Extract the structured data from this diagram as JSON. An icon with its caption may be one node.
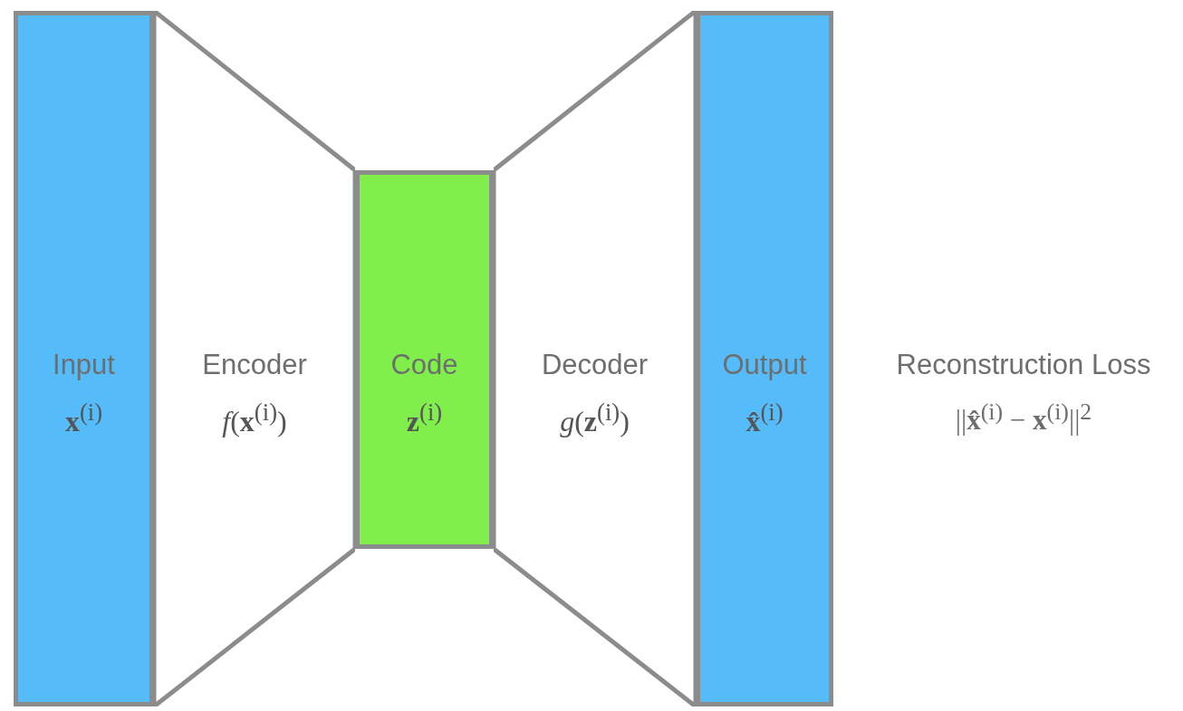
{
  "diagram": {
    "nodes": [
      {
        "text": [
          "Input",
          "**x**$^{(i)}$"
        ]
      },
      {
        "text": [
          "Encoder",
          "*f*(**x**$^{(i)}$)"
        ]
      },
      {
        "text": [
          "Code",
          "**z**$^{(i)}$"
        ]
      },
      {
        "text": [
          "Decoder",
          "*g*(**z**$^{(i)}$)"
        ]
      },
      {
        "text": [
          "Output",
          "**x̂**$^{(i)}$"
        ]
      }
    ],
    "labels": [
      "Reconstruction Loss",
      "||**x̂**$^{(i)}$ − **x**$^{(i)}$||$^{2}$"
    ]
  }
}
